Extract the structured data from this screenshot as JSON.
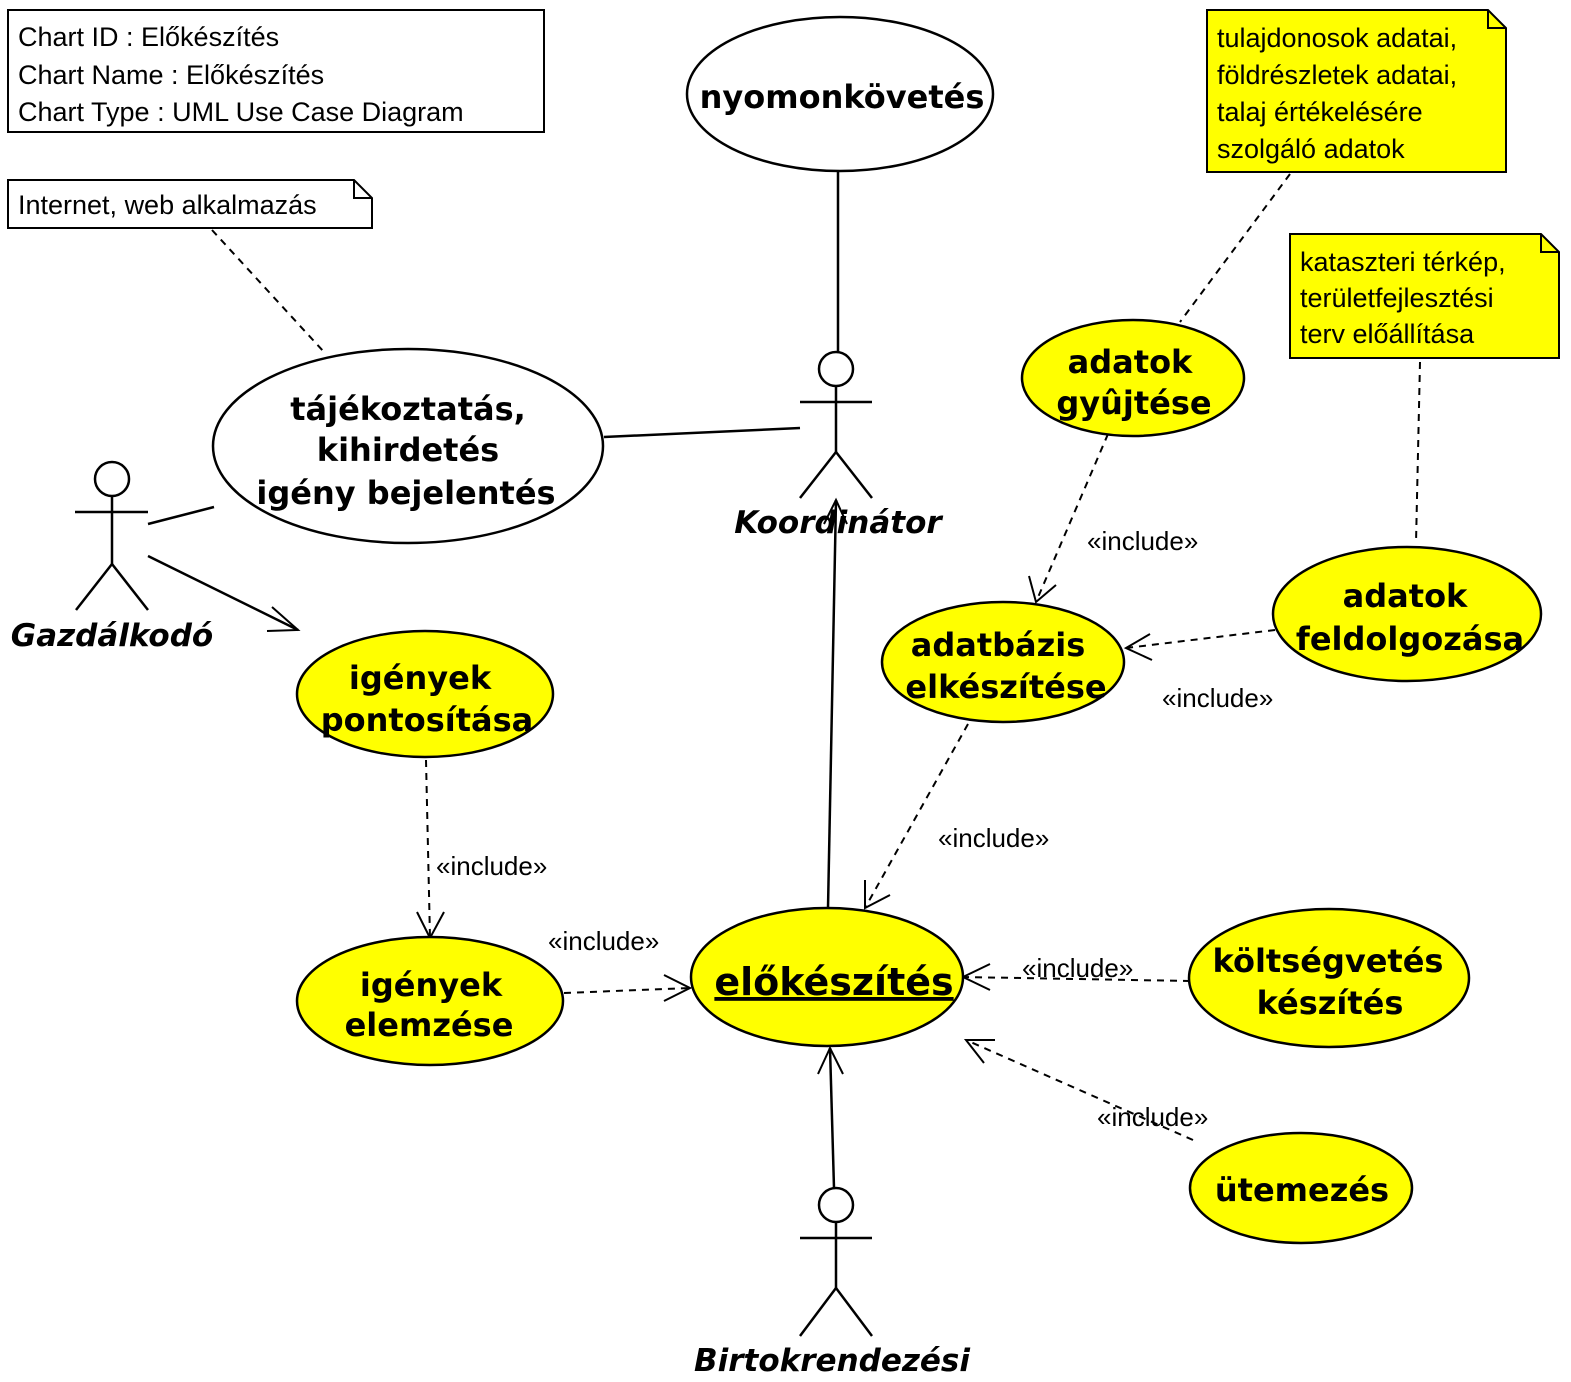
{
  "info_box": {
    "line1": "Chart ID : Előkészítés",
    "line2": "Chart Name : Előkészítés",
    "line3": "Chart Type : UML Use Case Diagram"
  },
  "notes": {
    "web": {
      "lines": [
        "Internet, web alkalmazás"
      ]
    },
    "adatok": {
      "lines": [
        "tulajdonosok adatai,",
        "földrészletek adatai,",
        "talaj értékelésére",
        "szolgáló adatok"
      ]
    },
    "terkep": {
      "lines": [
        "kataszteri térkép,",
        "területfejlesztési",
        "terv előállítása"
      ]
    }
  },
  "use_cases": {
    "nyomonkovetes": {
      "lines": [
        "nyomonkövetés"
      ]
    },
    "tajekoztatas": {
      "lines": [
        "tájékoztatás,",
        "kihirdetés",
        "igény bejelentés"
      ]
    },
    "adatok_gyujtese": {
      "lines": [
        "adatok",
        "gyûjtése"
      ]
    },
    "adatbazis": {
      "lines": [
        "adatbázis",
        "elkészítése"
      ]
    },
    "adatok_feldolgozasa": {
      "lines": [
        "adatok",
        "feldolgozása"
      ]
    },
    "igenyek_pontositasa": {
      "lines": [
        "igények",
        "pontosítása"
      ]
    },
    "igenyek_elemzese": {
      "lines": [
        "igények",
        "elemzése"
      ]
    },
    "elokeszites": {
      "lines": [
        "előkészítés"
      ]
    },
    "koltsegvetes": {
      "lines": [
        "költségvetés",
        "készítés"
      ]
    },
    "utemezes": {
      "lines": [
        "ütemezés"
      ]
    }
  },
  "actors": {
    "koordinator": "Koordinátor",
    "gazdalkodo": "Gazdálkodó",
    "birtokrendezesi": "Birtokrendezési"
  },
  "stereotypes": {
    "adatok_gyujtese_to_adatbazis": "«include»",
    "feldolgozasa_to_adatbazis": "«include»",
    "adatbazis_to_elokeszites": "«include»",
    "pontositasa_to_elemzese": "«include»",
    "elemzese_to_elokeszites": "«include»",
    "koltsegvetes_to_elokeszites": "«include»",
    "utemezes_to_elokeszites": "«include»"
  },
  "colors": {
    "use_case_fill": "#ffff00",
    "note_fill": "#ffff00",
    "line": "#000000"
  }
}
